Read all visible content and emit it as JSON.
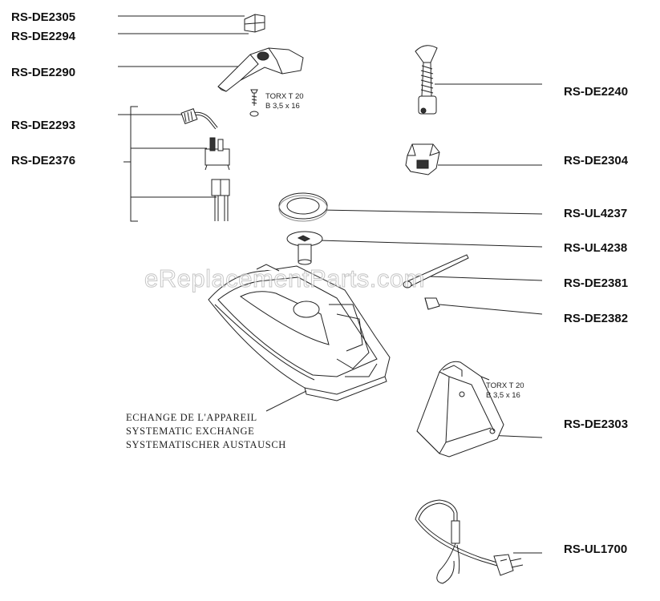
{
  "parts": {
    "de2305": "RS-DE2305",
    "de2294": "RS-DE2294",
    "de2290": "RS-DE2290",
    "de2293": "RS-DE2293",
    "de2376": "RS-DE2376",
    "de2240": "RS-DE2240",
    "de2304": "RS-DE2304",
    "ul4237": "RS-UL4237",
    "ul4238": "RS-UL4238",
    "de2381": "RS-DE2381",
    "de2382": "RS-DE2382",
    "de2303": "RS-DE2303",
    "ul1700": "RS-UL1700"
  },
  "screw_spec_top": {
    "line1": "TORX T 20",
    "line2": "B 3,5 x 16"
  },
  "screw_spec_stand": {
    "line1": "TORX T 20",
    "line2": "B 3,5 x 16"
  },
  "exchange_note": {
    "fr": "ECHANGE DE L'APPAREIL",
    "en": "SYSTEMATIC EXCHANGE",
    "de": "SYSTEMATISCHER AUSTAUSCH"
  },
  "watermark": "eReplacementParts.com"
}
